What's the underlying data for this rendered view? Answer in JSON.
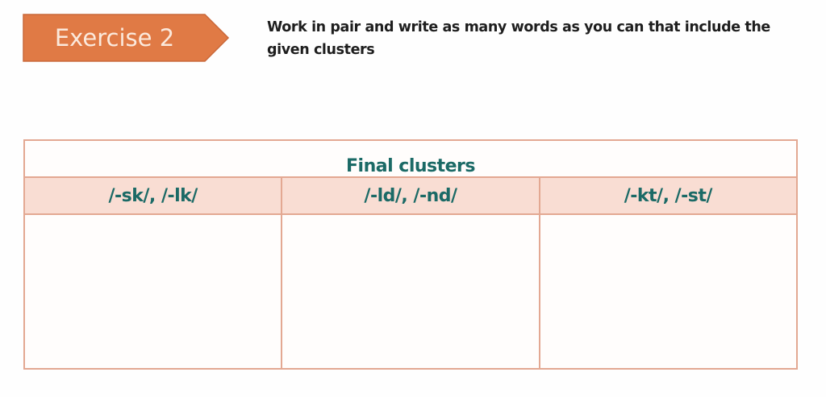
{
  "exercise": {
    "label": "Exercise 2",
    "color": "#e07a45"
  },
  "instruction": "Work in pair and write as many words as you can that include the given clusters",
  "table": {
    "title": "Final clusters",
    "columns": [
      {
        "header": "/-sk/, /-lk/",
        "content": ""
      },
      {
        "header": "/-ld/, /-nd/",
        "content": ""
      },
      {
        "header": "/-kt/, /-st/",
        "content": ""
      }
    ],
    "header_color": "#f9ddd3",
    "text_color": "#1b6a66",
    "border_color": "#e3a892"
  }
}
